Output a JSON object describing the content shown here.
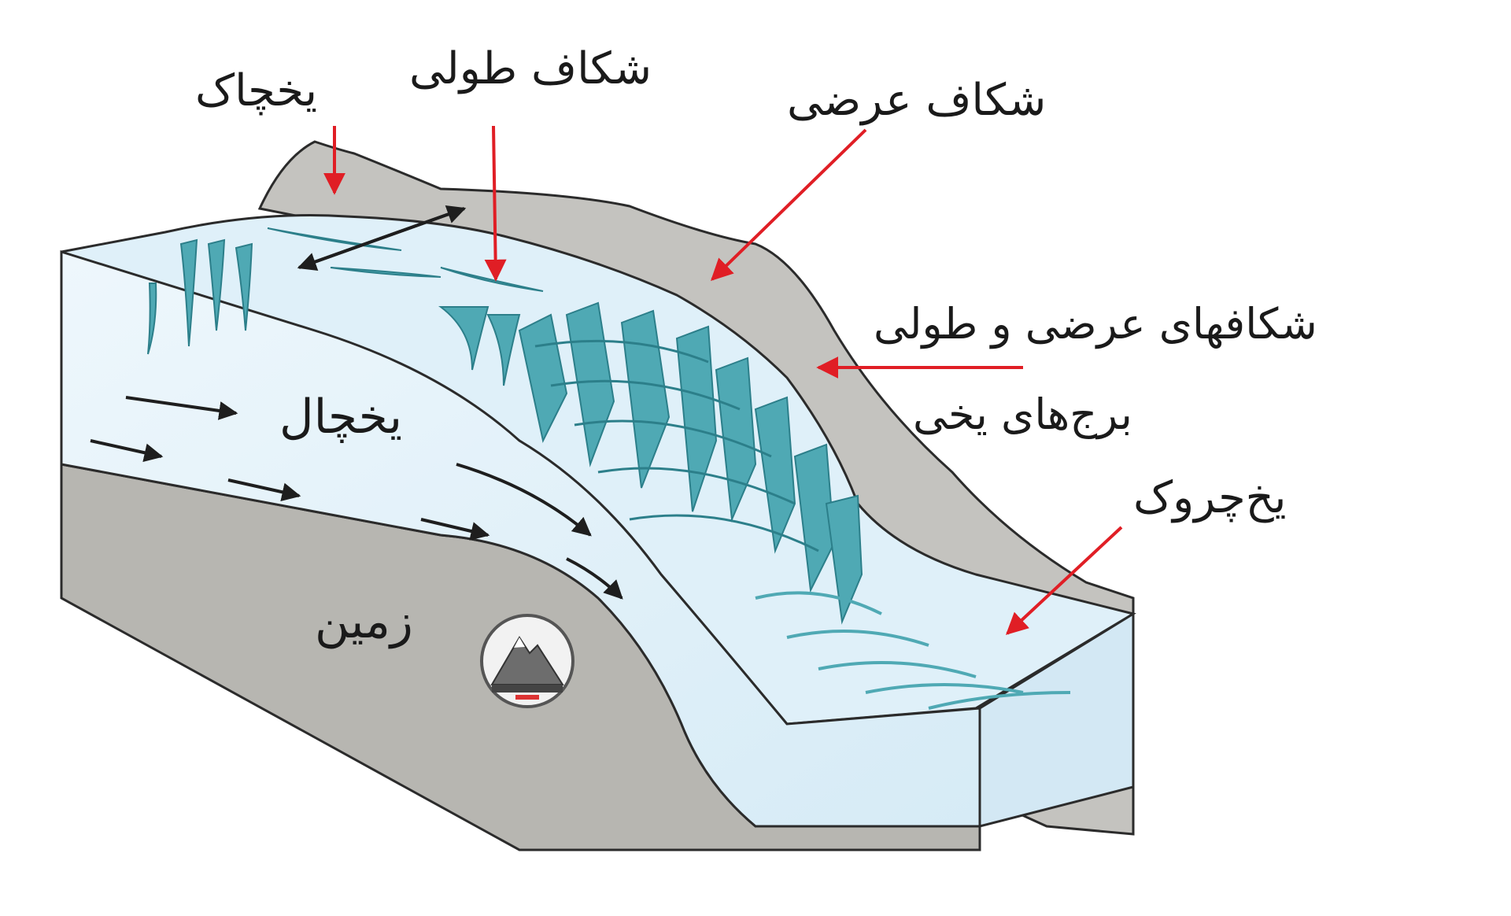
{
  "labels": {
    "yakhchak": "یخچاک",
    "longitudinal_crevasse": "شکاف طولی",
    "transverse_crevasse": "شکاف عرضی",
    "transverse_and_longitudinal": "شکافهای عرضی و طولی",
    "ice_towers": "برج‌های یخی",
    "serac": "یخ‌چروک",
    "glacier": "یخچال",
    "ground": "زمین"
  },
  "colors": {
    "ice": "#e6f3fb",
    "ice_shade": "#cfe6f4",
    "crevasse": "#4fa9b4",
    "crevasse_dark": "#2c7f8a",
    "rock": "#bdbcb8",
    "rock_dark": "#9a9995",
    "outline": "#2b2b2b",
    "pointer_arrow": "#e01e25",
    "flow_arrow": "#1e1e1e"
  },
  "logo": {
    "icon": "mountain-logo-icon"
  }
}
